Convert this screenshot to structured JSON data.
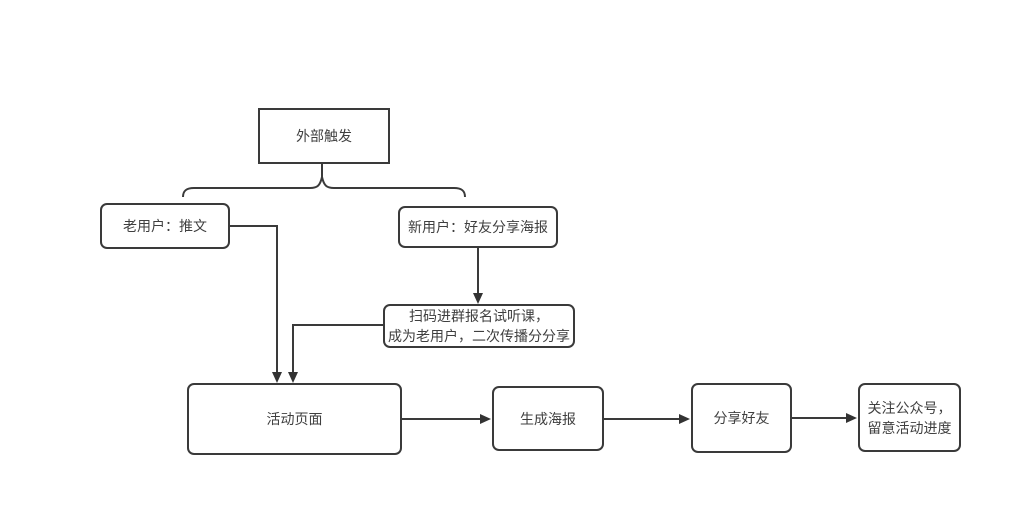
{
  "diagram": {
    "type": "flowchart",
    "background_color": "#ffffff",
    "line_color": "#3a3a3a",
    "text_color": "#3f3f3f",
    "nodes": {
      "external_trigger": {
        "label": "外部触发",
        "shape": "rectangle"
      },
      "old_user": {
        "label": "老用户：推文",
        "shape": "rounded"
      },
      "new_user": {
        "label": "新用户：好友分享海报",
        "shape": "rounded"
      },
      "scan_code": {
        "line1": "扫码进群报名试听课，",
        "line2": "成为老用户，二次传播分分享",
        "shape": "rounded"
      },
      "activity_page": {
        "label": "活动页面",
        "shape": "rounded"
      },
      "generate_poster": {
        "label": "生成海报",
        "shape": "rounded"
      },
      "share_friends": {
        "label": "分享好友",
        "shape": "rounded"
      },
      "follow_account": {
        "line1": "关注公众号，",
        "line2": "留意活动进度",
        "shape": "rounded"
      }
    },
    "edges": [
      {
        "from": "external_trigger",
        "to": "old_user",
        "style": "brace"
      },
      {
        "from": "external_trigger",
        "to": "new_user",
        "style": "brace"
      },
      {
        "from": "old_user",
        "to": "activity_page",
        "style": "arrow"
      },
      {
        "from": "new_user",
        "to": "scan_code",
        "style": "arrow"
      },
      {
        "from": "scan_code",
        "to": "activity_page",
        "style": "arrow"
      },
      {
        "from": "activity_page",
        "to": "generate_poster",
        "style": "arrow"
      },
      {
        "from": "generate_poster",
        "to": "share_friends",
        "style": "arrow"
      },
      {
        "from": "share_friends",
        "to": "follow_account",
        "style": "arrow"
      }
    ]
  }
}
